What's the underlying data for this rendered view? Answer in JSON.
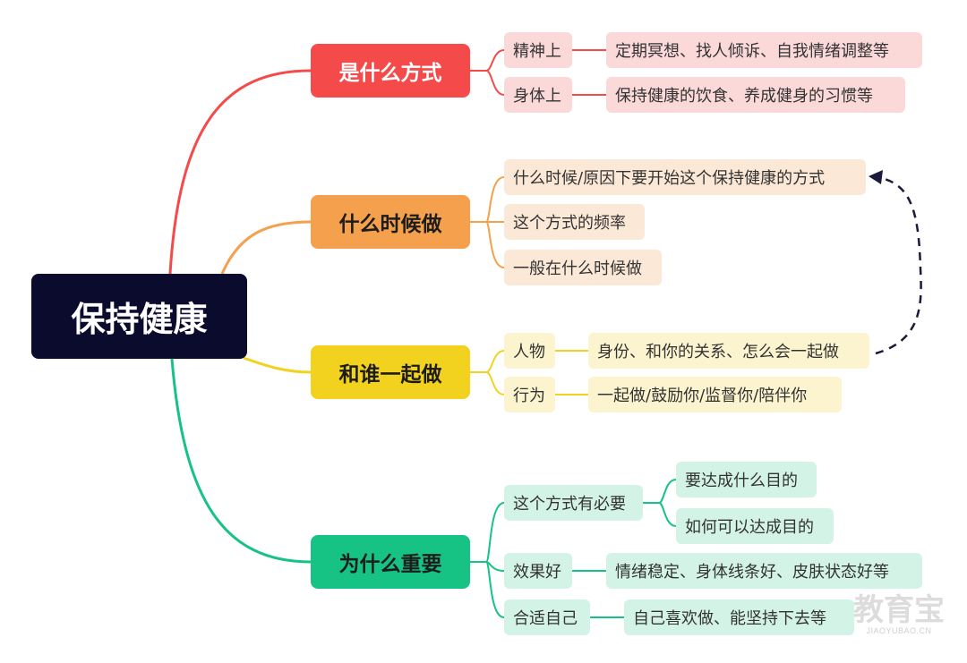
{
  "root": {
    "label": "保持健康"
  },
  "branches": [
    {
      "label": "是什么方式",
      "color": "#f44a4a",
      "children": [
        {
          "label": "精神上",
          "detail": "定期冥想、找人倾诉、自我情绪调整等"
        },
        {
          "label": "身体上",
          "detail": "保持健康的饮食、养成健身的习惯等"
        }
      ]
    },
    {
      "label": "什么时候做",
      "color": "#f5a04c",
      "children": [
        {
          "label": "什么时候/原因下要开始这个保持健康的方式"
        },
        {
          "label": "这个方式的频率"
        },
        {
          "label": "一般在什么时候做"
        }
      ]
    },
    {
      "label": "和谁一起做",
      "color": "#f2d21f",
      "children": [
        {
          "label": "人物",
          "detail": "身份、和你的关系、怎么会一起做"
        },
        {
          "label": "行为",
          "detail": "一起做/鼓励你/监督你/陪伴你"
        }
      ]
    },
    {
      "label": "为什么重要",
      "color": "#17c285",
      "children": [
        {
          "label": "这个方式有必要",
          "subchildren": [
            "要达成什么目的",
            "如何可以达成目的"
          ]
        },
        {
          "label": "效果好",
          "detail": "情绪稳定、身体线条好、皮肤状态好等"
        },
        {
          "label": "合适自己",
          "detail": "自己喜欢做、能坚持下去等"
        }
      ]
    }
  ],
  "relationship": {
    "from": "身份、和你的关系、怎么会一起做",
    "to": "什么时候/原因下要开始这个保持健康的方式",
    "style": "dashed",
    "color": "#1a1a3a"
  },
  "watermark": {
    "main": "教育宝",
    "sub": "JIAOYUBAO.CN"
  }
}
